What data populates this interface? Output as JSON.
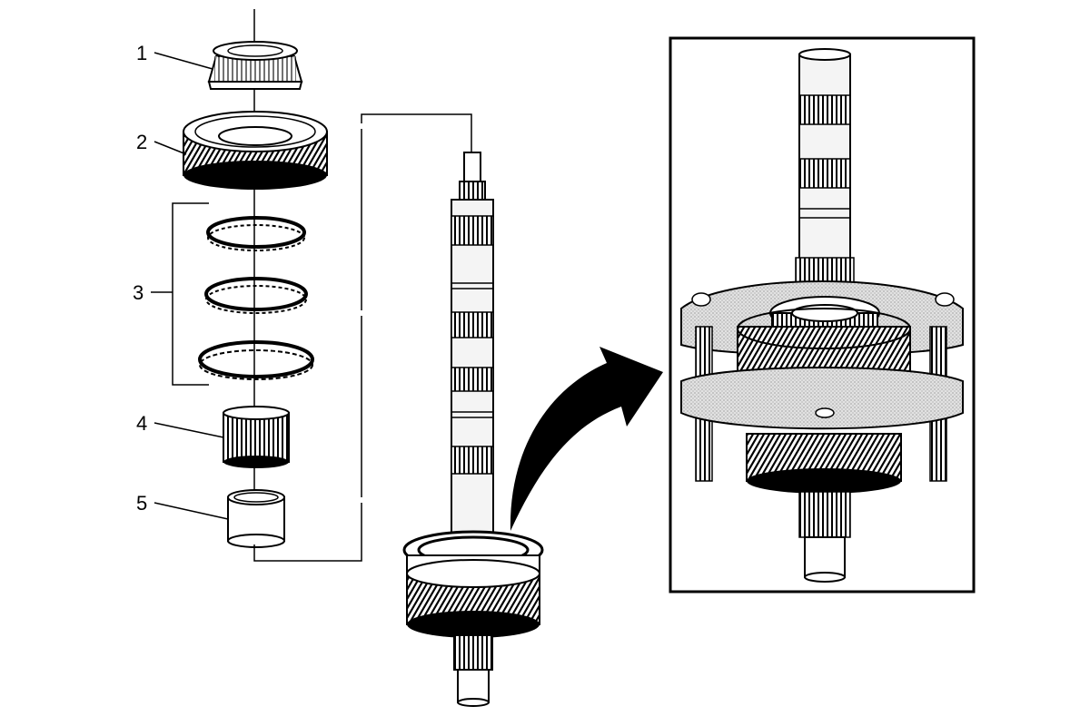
{
  "callouts": [
    {
      "id": "bearing",
      "label": "1"
    },
    {
      "id": "gear",
      "label": "2"
    },
    {
      "id": "synchronizer",
      "label": "3"
    },
    {
      "id": "needle-bearing",
      "label": "4"
    },
    {
      "id": "sleeve",
      "label": "5"
    }
  ],
  "colors": {
    "ink": "#000000",
    "paper": "#ffffff",
    "tool_fill": "#d6d6d6",
    "shaft_fill": "#f4f4f4"
  },
  "icons": [
    "tapered-bearing-icon",
    "helical-gear-icon",
    "synchronizer-rings-icon",
    "needle-bearing-icon",
    "sleeve-icon",
    "shaft-icon",
    "curved-arrow-icon",
    "bearing-puller-icon"
  ]
}
